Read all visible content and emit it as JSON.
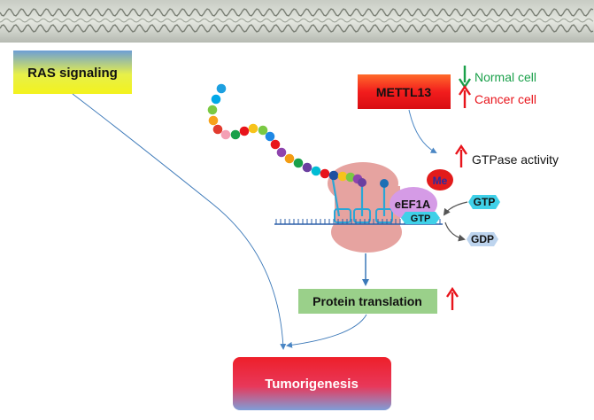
{
  "labels": {
    "ras": "RAS signaling",
    "mettl13": "METTL13",
    "normal_cell": "Normal cell",
    "cancer_cell": "Cancer cell",
    "gtpase": "GTPase activity",
    "me": "Me",
    "eef1a": "eEF1A",
    "gtp_bound": "GTP",
    "gtp_free": "GTP",
    "gdp": "GDP",
    "protein_translation": "Protein translation",
    "tumorigenesis": "Tumorigenesis"
  },
  "colors": {
    "green_arrow": "#1aa04a",
    "red_arrow": "#e8141b",
    "normal_text": "#1aa04a",
    "cancer_text": "#e8141b",
    "ribosome": "#e6a3a0",
    "eef1a": "#d59be6",
    "me": "#e21b1b",
    "gtp": "#3fd0e8",
    "gdp": "#bdd4ee",
    "translation_box": "#9ad08a",
    "arrow_line": "#3b78b8"
  },
  "icons": {
    "up": "up-arrow-icon",
    "down": "down-arrow-icon",
    "membrane": "membrane-icon",
    "ribosome": "ribosome-icon",
    "mrna": "mrna-icon"
  },
  "peptide_colors": [
    "#1da0e0",
    "#00a8e8",
    "#7ac943",
    "#f7a21b",
    "#e23b2e",
    "#f4a0b4",
    "#1aa04a",
    "#e8141b",
    "#f7c31b",
    "#7ac943",
    "#1e88e5",
    "#e8141b",
    "#8e44ad",
    "#f39c12",
    "#1aa04a",
    "#6b3fa0",
    "#00bcd4",
    "#e8141b",
    "#1e4fa0",
    "#f7c31b",
    "#7ac943",
    "#8e44ad",
    "#29b6f6",
    "#e8141b",
    "#1e88e5"
  ]
}
